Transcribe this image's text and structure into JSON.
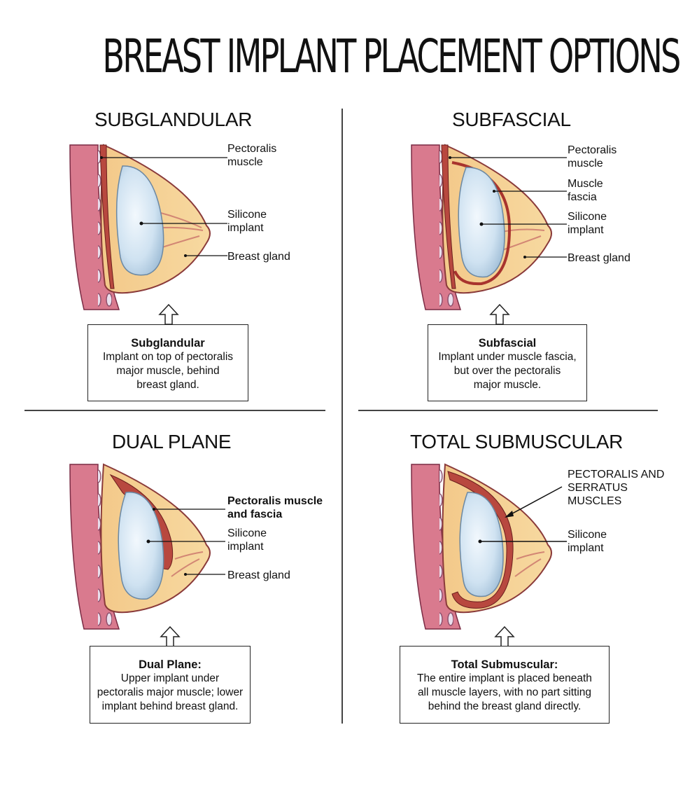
{
  "title": "BREAST IMPLANT PLACEMENT OPTIONS",
  "panels": [
    {
      "heading": "SUBGLANDULAR",
      "labels": [
        "Pectoralis\nmuscle",
        "Silicone\nimplant",
        "Breast gland"
      ],
      "box_title": "Subglandular",
      "box_text": "Implant on top of pectoralis\nmajor muscle, behind\nbreast gland."
    },
    {
      "heading": "SUBFASCIAL",
      "labels": [
        "Pectoralis\nmuscle",
        "Muscle\nfascia",
        "Silicone\nimplant",
        "Breast gland"
      ],
      "box_title": "Subfascial",
      "box_text": "Implant under muscle fascia,\nbut over the pectoralis\nmajor muscle."
    },
    {
      "heading": "DUAL PLANE",
      "labels": [
        "Pectoralis muscle\nand fascia",
        "Silicone\nimplant",
        "Breast gland"
      ],
      "box_title": "Dual Plane:",
      "box_text": "Upper implant under\npectoralis major muscle; lower\nimplant behind breast gland."
    },
    {
      "heading": "TOTAL SUBMUSCULAR",
      "labels": [
        "PECTORALIS AND\nSERRATUS MUSCLES",
        "Silicone\nimplant"
      ],
      "box_title": "Total Submuscular:",
      "box_text": "The entire implant is placed beneath\nall muscle layers, with no part sitting\nbehind the breast gland directly."
    }
  ]
}
